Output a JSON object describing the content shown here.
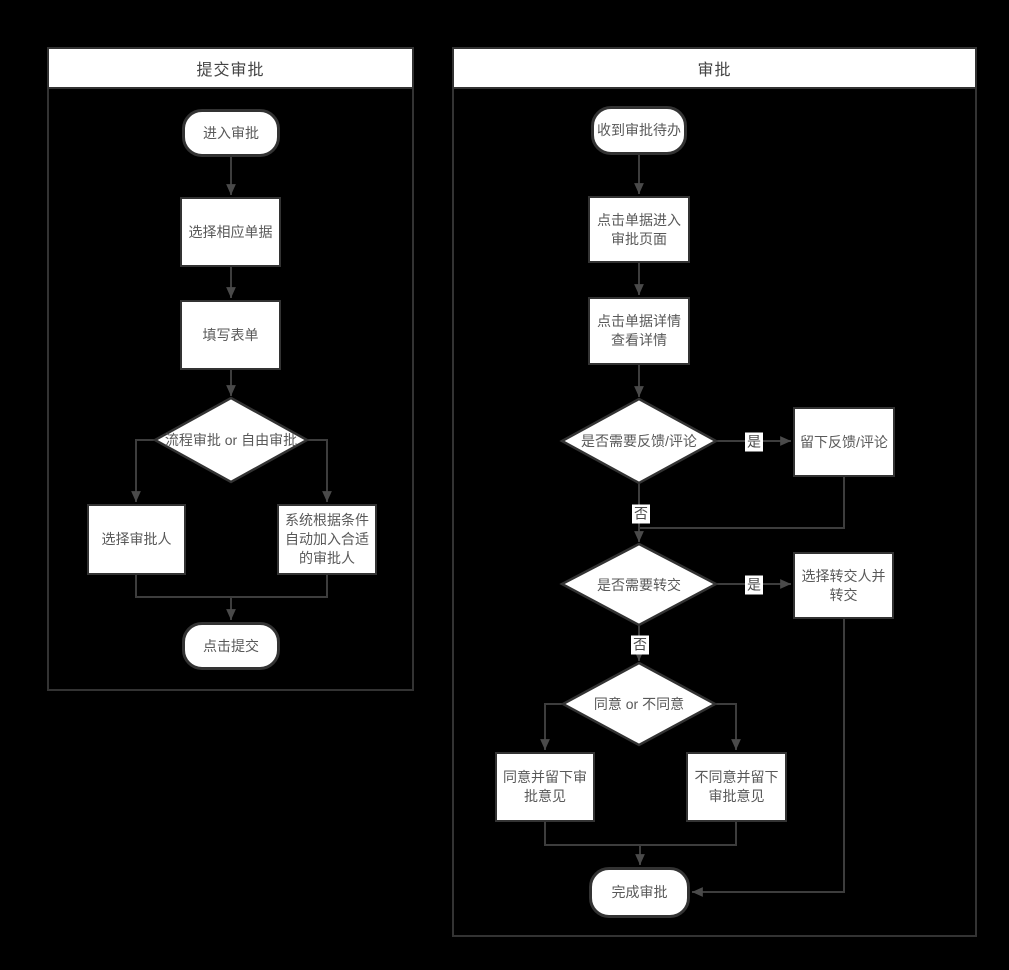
{
  "colors": {
    "background": "#000000",
    "shape_fill": "#ffffff",
    "shape_border": "#333333",
    "connector": "#3d3d3d",
    "arrowhead": "#4a4a4a",
    "text": "#595959"
  },
  "left_panel": {
    "title": "提交审批",
    "nodes": {
      "start": "进入审批",
      "select_doc": "选择相应单据",
      "fill_form": "填写表单",
      "branch": "流程审批 or 自由审批",
      "pick_approver": "选择审批人",
      "auto_approver": "系统根据条件自动加入合适的审批人",
      "submit": "点击提交"
    }
  },
  "right_panel": {
    "title": "审批",
    "nodes": {
      "start": "收到审批待办",
      "enter_page": "点击单据进入审批页面",
      "view_detail": "点击单据详情查看详情",
      "need_feedback": "是否需要反馈/评论",
      "leave_feedback": "留下反馈/评论",
      "need_transfer": "是否需要转交",
      "do_transfer": "选择转交人并转交",
      "decide": "同意 or 不同意",
      "agree": "同意并留下审批意见",
      "disagree": "不同意并留下审批意见",
      "finish": "完成审批"
    },
    "labels": {
      "yes": "是",
      "no": "否"
    }
  }
}
